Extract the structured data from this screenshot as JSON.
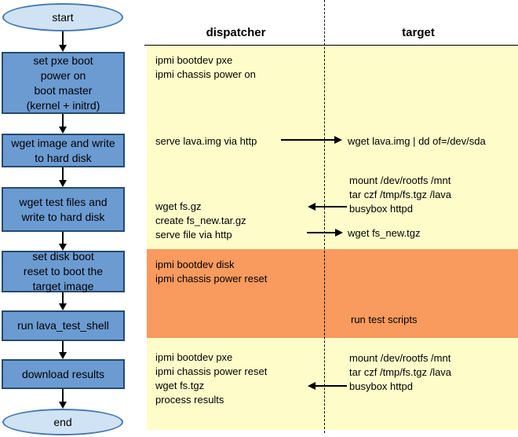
{
  "colors": {
    "panel_yellow": "#fefdca",
    "band_orange": "#f99a5e",
    "node_blue_fill": "#6c9bd2",
    "node_blue_border": "#274a6d",
    "terminator_fill": "#cfe3f5",
    "terminator_border": "#4878b0"
  },
  "flowchart": {
    "nodes": [
      {
        "id": "start",
        "label": "start"
      },
      {
        "id": "set-pxe-boot",
        "label": "set pxe boot\npower on\nboot master\n(kernel + initrd)"
      },
      {
        "id": "wget-image",
        "label": "wget image and write\nto hard disk"
      },
      {
        "id": "wget-test-files",
        "label": "wget test files and\nwrite to hard disk"
      },
      {
        "id": "set-disk-boot",
        "label": "set disk boot\nreset to boot the\ntarget image"
      },
      {
        "id": "run-lava-test-shell",
        "label": "run lava_test_shell"
      },
      {
        "id": "download-results",
        "label": "download results"
      },
      {
        "id": "end",
        "label": "end"
      }
    ]
  },
  "sequence": {
    "columns": [
      {
        "label": "dispatcher"
      },
      {
        "label": "target"
      }
    ],
    "dispatcher_blocks": [
      {
        "text": "ipmi bootdev pxe\nipmi chassis power on"
      },
      {
        "text": "serve lava.img via http"
      },
      {
        "text": "wget fs.gz\ncreate fs_new.tar.gz\nserve file via http"
      },
      {
        "text": "ipmi bootdev disk\nipmi chassis power reset"
      },
      {
        "text": "ipmi bootdev pxe\nipmi chassis power reset\nwget fs.tgz\nprocess results"
      }
    ],
    "target_blocks": [
      {
        "text": "wget lava.img | dd of=/dev/sda"
      },
      {
        "text": "mount /dev/rootfs /mnt\ntar czf /tmp/fs.tgz /lava\nbusybox httpd"
      },
      {
        "text": "wget fs_new.tgz"
      },
      {
        "text": "run test scripts"
      },
      {
        "text": "mount /dev/rootfs /mnt\ntar czf /tmp/fs.tgz /lava\nbusybox httpd"
      }
    ],
    "messages": [
      {
        "direction": "dispatcher-to-target",
        "row": "serve lava.img via http"
      },
      {
        "direction": "target-to-dispatcher",
        "row": "busybox httpd"
      },
      {
        "direction": "dispatcher-to-target",
        "row": "serve file via http"
      },
      {
        "direction": "target-to-dispatcher",
        "row": "busybox httpd (bottom)"
      }
    ]
  }
}
